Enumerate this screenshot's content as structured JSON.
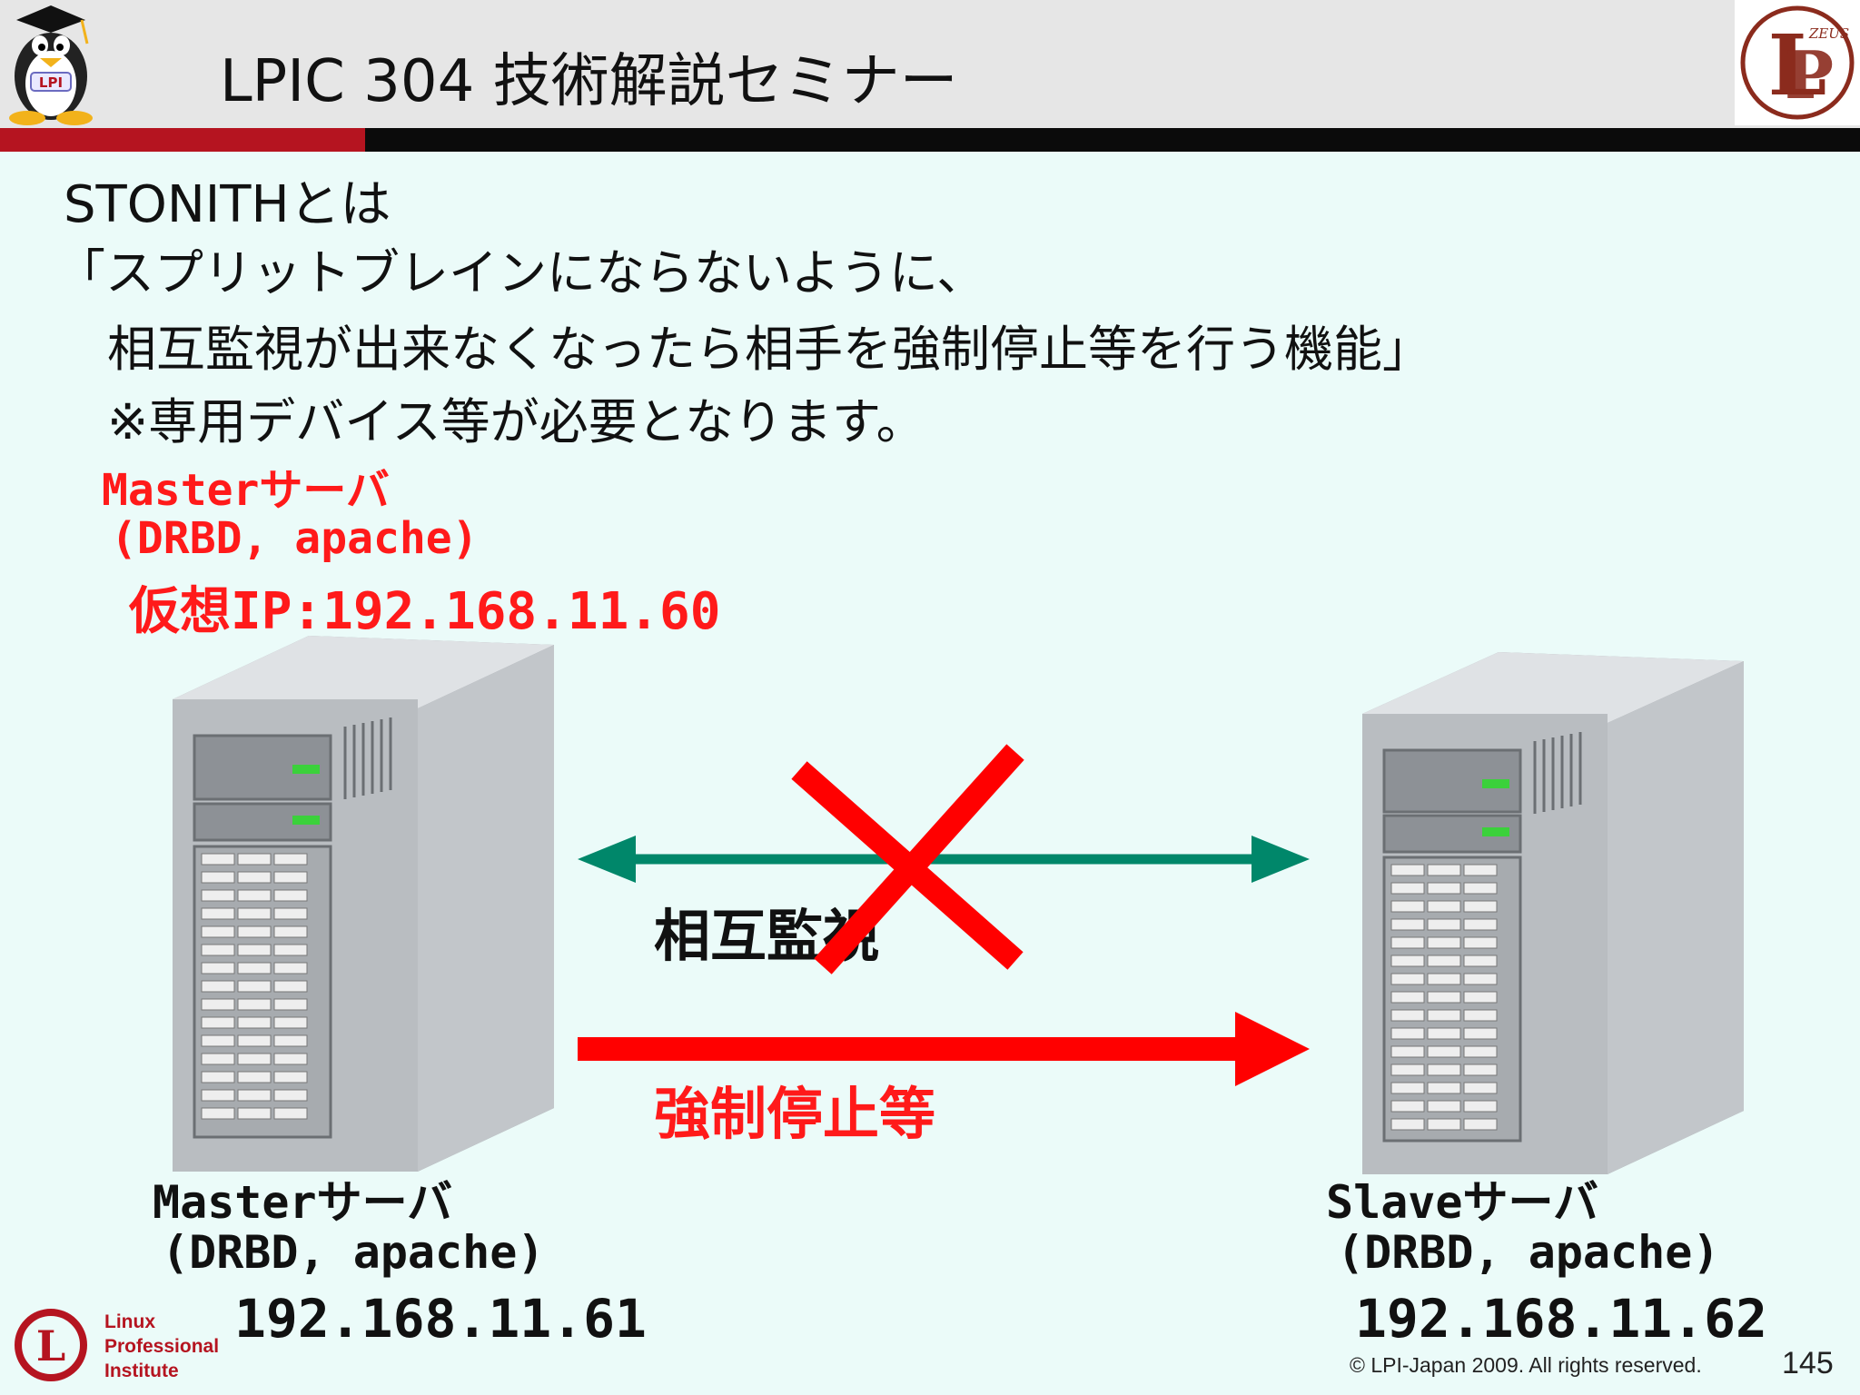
{
  "header": {
    "title": "LPIC 304 技術解説セミナー",
    "mascot_text": "LPI",
    "logo_text": "ZEUS"
  },
  "body": {
    "line1": "STONITHとは",
    "line2": "「スプリットブレインにならないように、",
    "line3": "相互監視が出来なくなったら相手を強制停止等を行う機能」",
    "line4": "※専用デバイス等が必要となります。"
  },
  "virtual": {
    "name": "Masterサーバ",
    "services": "(DRBD, apache)",
    "ip": "仮想IP:192.168.11.60"
  },
  "master": {
    "name": "Masterサーバ",
    "services": "(DRBD, apache)",
    "ip": "192.168.11.61"
  },
  "slave": {
    "name": "Slaveサーバ",
    "services": "(DRBD, apache)",
    "ip": "192.168.11.62"
  },
  "diagram": {
    "monitoring_label": "相互監視",
    "fence_label": "強制停止等",
    "colors": {
      "monitor_arrow": "#00876a",
      "fence_arrow": "#ff0000",
      "cross": "#ff0000",
      "accent_red": "#b51420"
    }
  },
  "footer": {
    "org_lines": [
      "Linux",
      "Professional",
      "Institute"
    ],
    "copyright": "© LPI-Japan 2009. All rights reserved.",
    "page_number": "145"
  }
}
